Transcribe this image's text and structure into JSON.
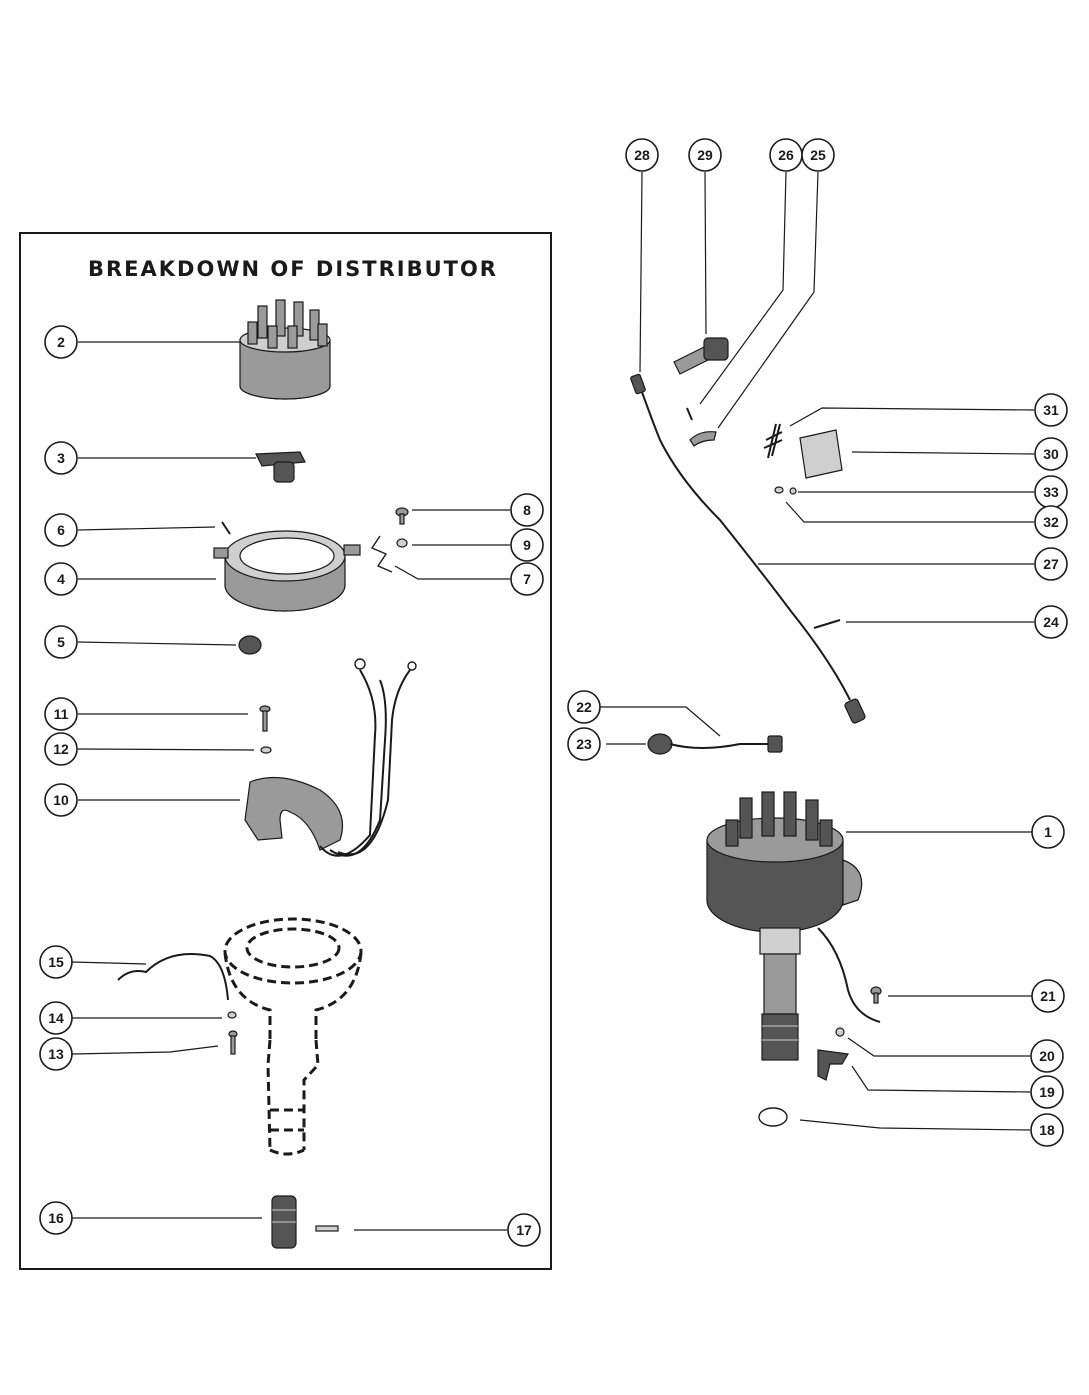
{
  "title": "BREAKDOWN OF DISTRIBUTOR",
  "callouts": [
    {
      "id": "c2",
      "label": "2"
    },
    {
      "id": "c3",
      "label": "3"
    },
    {
      "id": "c6",
      "label": "6"
    },
    {
      "id": "c4",
      "label": "4"
    },
    {
      "id": "c8",
      "label": "8"
    },
    {
      "id": "c9",
      "label": "9"
    },
    {
      "id": "c7",
      "label": "7"
    },
    {
      "id": "c5",
      "label": "5"
    },
    {
      "id": "c11",
      "label": "11"
    },
    {
      "id": "c12",
      "label": "12"
    },
    {
      "id": "c10",
      "label": "10"
    },
    {
      "id": "c15",
      "label": "15"
    },
    {
      "id": "c14",
      "label": "14"
    },
    {
      "id": "c13",
      "label": "13"
    },
    {
      "id": "c16",
      "label": "16"
    },
    {
      "id": "c17",
      "label": "17"
    },
    {
      "id": "c28",
      "label": "28"
    },
    {
      "id": "c29",
      "label": "29"
    },
    {
      "id": "c26",
      "label": "26"
    },
    {
      "id": "c25",
      "label": "25"
    },
    {
      "id": "c31",
      "label": "31"
    },
    {
      "id": "c30",
      "label": "30"
    },
    {
      "id": "c33",
      "label": "33"
    },
    {
      "id": "c32",
      "label": "32"
    },
    {
      "id": "c27",
      "label": "27"
    },
    {
      "id": "c24",
      "label": "24"
    },
    {
      "id": "c22",
      "label": "22"
    },
    {
      "id": "c23",
      "label": "23"
    },
    {
      "id": "c1",
      "label": "1"
    },
    {
      "id": "c21",
      "label": "21"
    },
    {
      "id": "c20",
      "label": "20"
    },
    {
      "id": "c19",
      "label": "19"
    },
    {
      "id": "c18",
      "label": "18"
    }
  ]
}
